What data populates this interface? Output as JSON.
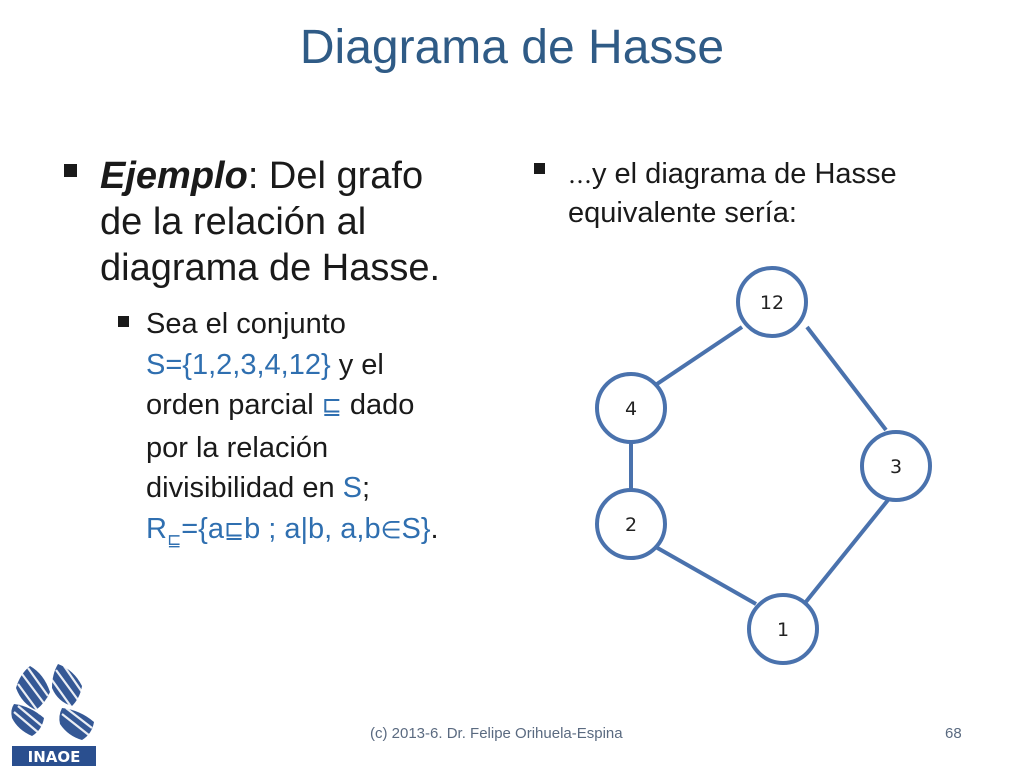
{
  "slide": {
    "title": "Diagrama de Hasse",
    "left": {
      "b1_em": "Ejemplo",
      "b1_rest_1": ": Del grafo",
      "b1_line_2": "de la relación al",
      "b1_line_3": "diagrama de Hasse.",
      "sub": {
        "l1": "Sea el conjunto",
        "l2_set": "S={1,2,3,4,12}",
        "l2_rest": " y el",
        "l3_a": "orden parcial ",
        "l3_sym": "⊑",
        "l3_b": " dado",
        "l4": "por la relación",
        "l5_a": "divisibilidad en ",
        "l5_s": "S",
        "l5_b": ";",
        "l6_R": "R",
        "l6_sub": "⊑",
        "l6_set_a": "={a",
        "l6_sym": "⊑",
        "l6_set_b": "b ; a|b, a,b",
        "l6_in": "∈",
        "l6_set_c": "S}",
        "l6_end": "."
      }
    },
    "right": {
      "ellipsis": "…",
      "line1": "y el diagrama de Hasse",
      "line2": "equivalente sería:"
    },
    "diagram": {
      "nodes": [
        {
          "id": "n12",
          "label": "12"
        },
        {
          "id": "n4",
          "label": "4"
        },
        {
          "id": "n3",
          "label": "3"
        },
        {
          "id": "n2",
          "label": "2"
        },
        {
          "id": "n1",
          "label": "1"
        }
      ],
      "edges": [
        {
          "from": "4",
          "to": "12"
        },
        {
          "from": "3",
          "to": "12"
        },
        {
          "from": "2",
          "to": "4"
        },
        {
          "from": "1",
          "to": "2"
        },
        {
          "from": "1",
          "to": "3"
        }
      ],
      "node_stroke": "#4a72ad",
      "edge_color": "#4a72ad"
    },
    "footer": {
      "credit": "(c) 2013-6. Dr. Felipe Orihuela-Espina",
      "page": "68"
    },
    "logo": {
      "icon": "inaoe-logo-icon",
      "text": "INAOE",
      "color": "#2a4f8f"
    },
    "colors": {
      "title": "#2f5b86",
      "accent_blue": "#2f6fb0"
    }
  }
}
